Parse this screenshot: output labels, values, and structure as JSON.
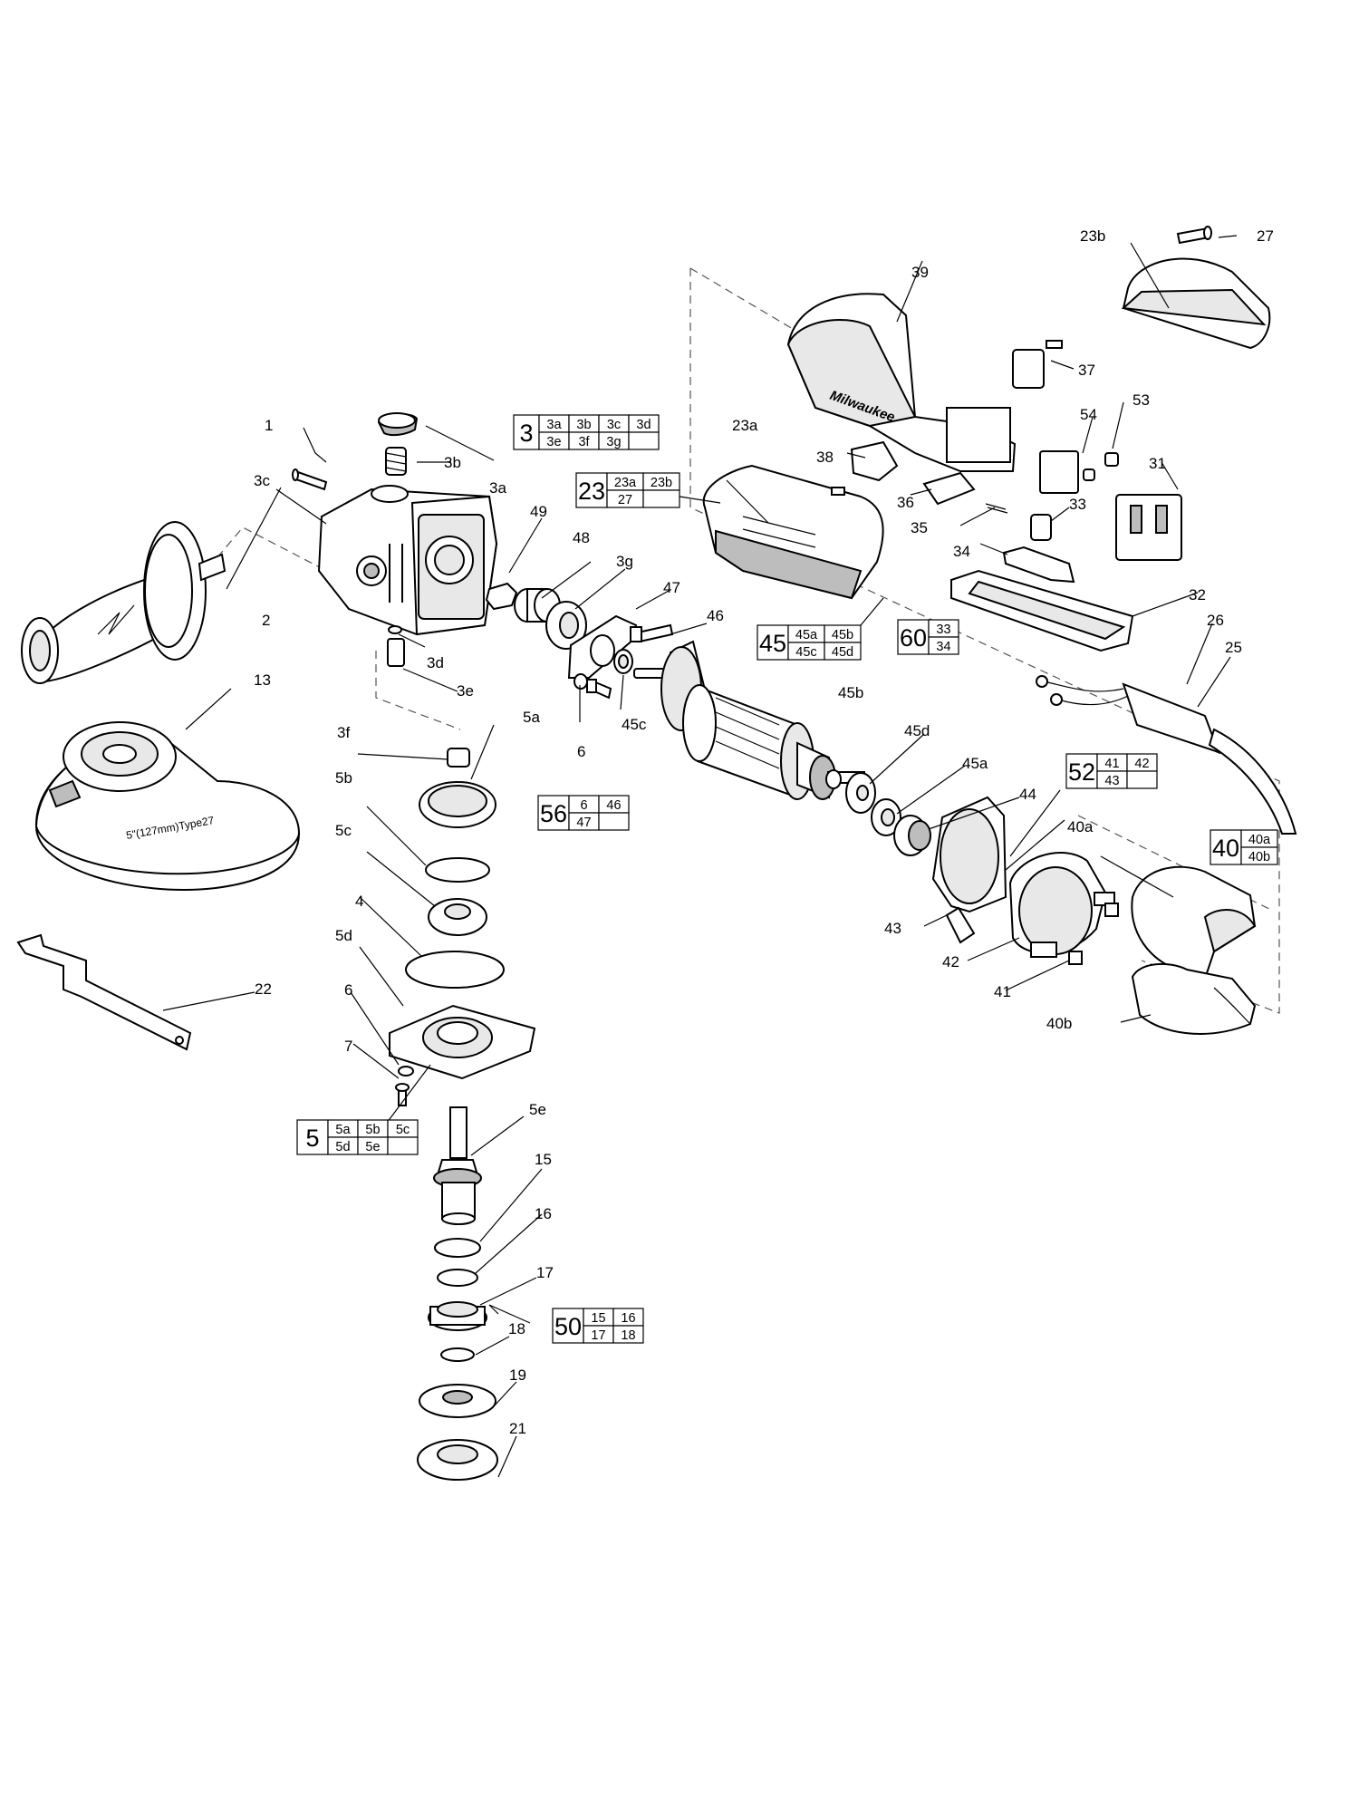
{
  "callouts": [
    {
      "id": "1",
      "text": "1"
    },
    {
      "id": "2",
      "text": "2"
    },
    {
      "id": "3a",
      "text": "3a"
    },
    {
      "id": "3b",
      "text": "3b"
    },
    {
      "id": "3c",
      "text": "3c"
    },
    {
      "id": "3d",
      "text": "3d"
    },
    {
      "id": "3e",
      "text": "3e"
    },
    {
      "id": "3f",
      "text": "3f"
    },
    {
      "id": "3g",
      "text": "3g"
    },
    {
      "id": "4",
      "text": "4"
    },
    {
      "id": "5a",
      "text": "5a"
    },
    {
      "id": "5b",
      "text": "5b"
    },
    {
      "id": "5c",
      "text": "5c"
    },
    {
      "id": "5d",
      "text": "5d"
    },
    {
      "id": "5e",
      "text": "5e"
    },
    {
      "id": "6a",
      "text": "6"
    },
    {
      "id": "6b",
      "text": "6"
    },
    {
      "id": "7",
      "text": "7"
    },
    {
      "id": "13",
      "text": "13"
    },
    {
      "id": "15",
      "text": "15"
    },
    {
      "id": "16",
      "text": "16"
    },
    {
      "id": "17",
      "text": "17"
    },
    {
      "id": "18",
      "text": "18"
    },
    {
      "id": "19",
      "text": "19"
    },
    {
      "id": "21",
      "text": "21"
    },
    {
      "id": "22",
      "text": "22"
    },
    {
      "id": "23a",
      "text": "23a"
    },
    {
      "id": "23b",
      "text": "23b"
    },
    {
      "id": "25",
      "text": "25"
    },
    {
      "id": "26",
      "text": "26"
    },
    {
      "id": "27",
      "text": "27"
    },
    {
      "id": "31",
      "text": "31"
    },
    {
      "id": "32",
      "text": "32"
    },
    {
      "id": "33",
      "text": "33"
    },
    {
      "id": "34",
      "text": "34"
    },
    {
      "id": "35",
      "text": "35"
    },
    {
      "id": "36",
      "text": "36"
    },
    {
      "id": "37",
      "text": "37"
    },
    {
      "id": "38",
      "text": "38"
    },
    {
      "id": "39",
      "text": "39"
    },
    {
      "id": "40a",
      "text": "40a"
    },
    {
      "id": "40b",
      "text": "40b"
    },
    {
      "id": "41",
      "text": "41"
    },
    {
      "id": "42",
      "text": "42"
    },
    {
      "id": "43",
      "text": "43"
    },
    {
      "id": "44",
      "text": "44"
    },
    {
      "id": "45a",
      "text": "45a"
    },
    {
      "id": "45b",
      "text": "45b"
    },
    {
      "id": "45c",
      "text": "45c"
    },
    {
      "id": "45d",
      "text": "45d"
    },
    {
      "id": "46",
      "text": "46"
    },
    {
      "id": "47",
      "text": "47"
    },
    {
      "id": "48",
      "text": "48"
    },
    {
      "id": "49",
      "text": "49"
    },
    {
      "id": "53",
      "text": "53"
    },
    {
      "id": "54",
      "text": "54"
    }
  ],
  "kits": [
    {
      "id": "3",
      "main": "3",
      "cells": [
        "3a",
        "3b",
        "3c",
        "3d",
        "3e",
        "3f",
        "3g",
        ""
      ]
    },
    {
      "id": "23",
      "main": "23",
      "cells": [
        "23a",
        "23b",
        "27",
        ""
      ]
    },
    {
      "id": "45",
      "main": "45",
      "cells": [
        "45a",
        "45b",
        "45c",
        "45d"
      ]
    },
    {
      "id": "56",
      "main": "56",
      "cells": [
        "6",
        "46",
        "47",
        ""
      ]
    },
    {
      "id": "60",
      "main": "60",
      "cells": [
        "33",
        "34"
      ]
    },
    {
      "id": "52",
      "main": "52",
      "cells": [
        "41",
        "42",
        "43",
        ""
      ]
    },
    {
      "id": "40",
      "main": "40",
      "cells": [
        "40a",
        "40b"
      ]
    },
    {
      "id": "5",
      "main": "5",
      "cells": [
        "5a",
        "5b",
        "5c",
        "5d",
        "5e",
        ""
      ]
    },
    {
      "id": "50",
      "main": "50",
      "cells": [
        "15",
        "16",
        "17",
        "18"
      ]
    }
  ],
  "printed_marks": {
    "guard_marking": "5\"(127mm)Type27",
    "brand_logo": "Milwaukee"
  },
  "colors": {
    "line": "#000000",
    "fill": "#ffffff",
    "shade": "#bdbdbd"
  }
}
